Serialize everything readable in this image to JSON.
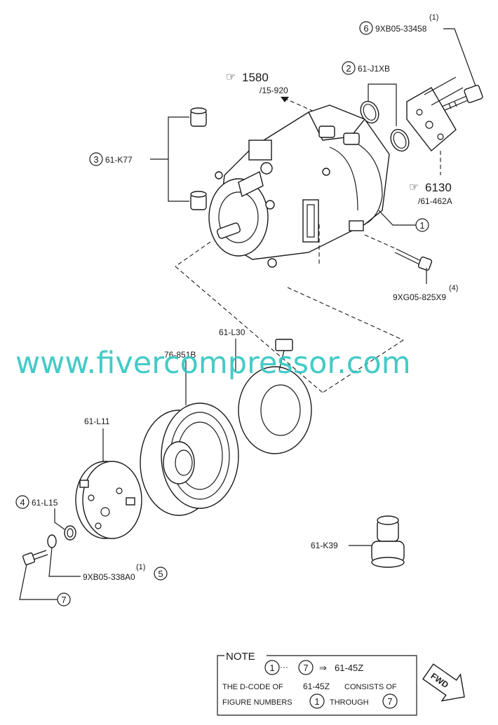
{
  "callouts": {
    "c6": {
      "circle": "6",
      "code": "9XB05-33458",
      "qty": "(1)"
    },
    "c2": {
      "circle": "2",
      "code": "61-J1XB"
    },
    "c3": {
      "circle": "3",
      "code": "61-K77"
    },
    "c1": {
      "circle": "1"
    },
    "c4": {
      "circle": "4",
      "code": "61-L15"
    },
    "c5": {
      "circle": "5",
      "code": "9XB05-338A0",
      "qty": "(1)"
    },
    "c7": {
      "circle": "7"
    },
    "bolt4": {
      "code": "9XG05-825X9",
      "qty": "(4)"
    }
  },
  "refs": {
    "ref1580": {
      "main": "1580",
      "sub": "/15-920"
    },
    "ref6130": {
      "main": "6130",
      "sub": "/61-462A"
    }
  },
  "parts": {
    "l30": "61-L30",
    "pulley": "76-851B",
    "l11": "61-L11",
    "k39": "61-K39"
  },
  "watermark": "www.fivercompressor.com",
  "note": {
    "title": "NOTE",
    "range_from": "1",
    "range_to": "7",
    "arrow": "⇒",
    "dots": "···",
    "target": "61-45Z",
    "line2_prefix": "THE D-CODE OF",
    "line2_code": "61-45Z",
    "line2_suffix": "CONSISTS OF",
    "line3_prefix": "FIGURE NUMBERS",
    "line3_mid": "THROUGH",
    "n1": "1",
    "n7": "7"
  },
  "fwd": "FWD"
}
